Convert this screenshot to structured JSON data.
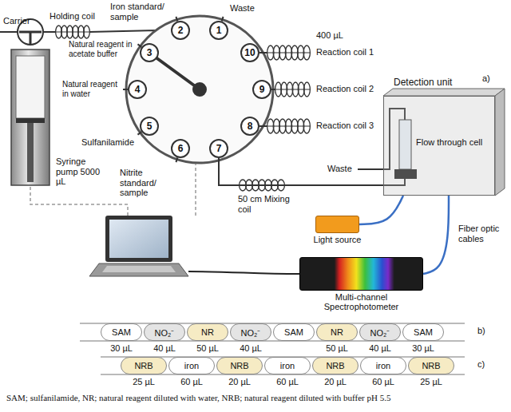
{
  "diagram": {
    "caption": "SAM; sulfanilamide, NR; natural reagent diluted with water, NRB; natural reagent diluted with buffer pH 5.5",
    "nodes": [
      {
        "text": [
          "1"
        ]
      },
      {
        "text": [
          "2"
        ]
      },
      {
        "text": [
          "3"
        ]
      },
      {
        "text": [
          "4"
        ]
      },
      {
        "text": [
          "5"
        ]
      },
      {
        "text": [
          "6"
        ]
      },
      {
        "text": [
          "7"
        ]
      },
      {
        "text": [
          "8"
        ]
      },
      {
        "text": [
          "9"
        ]
      },
      {
        "text": [
          "10"
        ]
      },
      {
        "text": [
          "Detection unit"
        ]
      },
      {
        "text": [
          "Light source"
        ]
      },
      {
        "text": [
          "Multi-channel Spectrophotometer"
        ]
      },
      {
        "text": [
          "SAM"
        ]
      },
      {
        "text": [
          "NO₂⁻"
        ]
      },
      {
        "text": [
          "NR"
        ]
      },
      {
        "text": [
          "NO₂⁻"
        ]
      },
      {
        "text": [
          "SAM"
        ]
      },
      {
        "text": [
          "NR"
        ]
      },
      {
        "text": [
          "NO₂⁻"
        ]
      },
      {
        "text": [
          "SAM"
        ]
      },
      {
        "text": [
          "NRB"
        ]
      },
      {
        "text": [
          "iron"
        ]
      },
      {
        "text": [
          "NRB"
        ]
      },
      {
        "text": [
          "iron"
        ]
      },
      {
        "text": [
          "NRB"
        ]
      },
      {
        "text": [
          "iron"
        ]
      },
      {
        "text": [
          "NRB"
        ]
      }
    ],
    "edges": [
      {
        "from": 6,
        "to": 10,
        "arrow": "none"
      },
      {
        "from": 11,
        "to": 10,
        "arrow": "none"
      },
      {
        "from": 10,
        "to": 12,
        "arrow": "none"
      }
    ],
    "labels": [
      "a)",
      "Carrier",
      "Holding coil",
      "Syringe pump 5000 µL",
      "Waste",
      "Iron standard/ sample",
      "Natural reagent in acetate buffer",
      "Natural reagent in water",
      "Sulfanilamide",
      "Nitrite standard/ sample",
      "400 µL",
      "Reaction coil 1",
      "Reaction coil 2",
      "Reaction coil 3",
      "50 cm Mixing coil",
      "Waste",
      "Flow through cell",
      "Fiber optic cables",
      "b)",
      "30 µL",
      "40 µL",
      "50 µL",
      "40 µL",
      "50 µL",
      "40 µL",
      "30 µL",
      "c)",
      "25 µL",
      "60 µL",
      "20 µL",
      "60 µL",
      "20 µL",
      "60 µL",
      "25 µL"
    ]
  }
}
